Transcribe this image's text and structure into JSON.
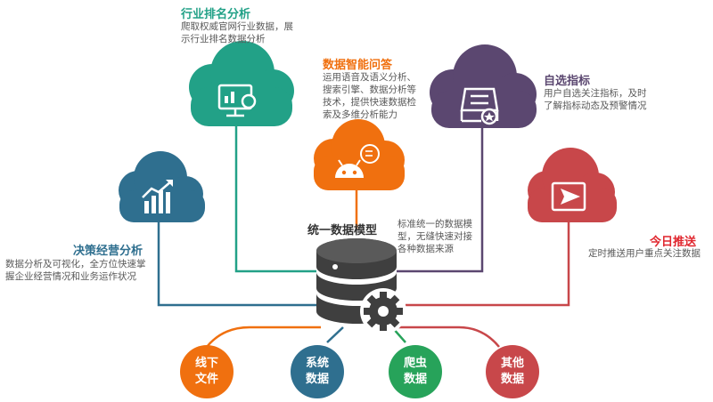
{
  "colors": {
    "teal": "#22a187",
    "blue": "#2f6f8f",
    "orange": "#f0700f",
    "purple": "#5b4770",
    "red": "#c8474a",
    "green": "#27a35a",
    "line_gray": "#9a9a9a"
  },
  "nodes": {
    "industry": {
      "title": "行业排名分析",
      "desc_lines": [
        "爬取权威官网行业数据，展",
        "示行业排名数据分析"
      ],
      "icon": "dashboard-chart-icon"
    },
    "qa": {
      "title": "数据智能问答",
      "desc_lines": [
        "运用语音及语义分析、",
        "搜索引擎、数据分析等",
        "技术，提供快速数据检",
        "索及多维分析能力"
      ],
      "icon": "chatbot-icon"
    },
    "custom": {
      "title": "自选指标",
      "desc_lines": [
        "用户自选关注指标，及时",
        "了解指标动态及预警情况"
      ],
      "icon": "inbox-star-icon"
    },
    "decision": {
      "title": "决策经营分析",
      "desc_lines": [
        "数据分析及可视化，全方位快速掌",
        "握企业经营情况和业务运作状况"
      ],
      "icon": "bar-chart-trend-icon"
    },
    "push": {
      "title": "今日推送",
      "desc_lines": [
        "定时推送用户重点关注数据"
      ],
      "icon": "send-arrow-icon"
    }
  },
  "center": {
    "title": "统一数据模型",
    "desc_lines": [
      "标准统一的数据模",
      "型，无缝快速对接",
      "各种数据来源"
    ],
    "icon": "database-gear-icon"
  },
  "sources": [
    {
      "line1": "线下",
      "line2": "文件"
    },
    {
      "line1": "系统",
      "line2": "数据"
    },
    {
      "line1": "爬虫",
      "line2": "数据"
    },
    {
      "line1": "其他",
      "line2": "数据"
    }
  ]
}
